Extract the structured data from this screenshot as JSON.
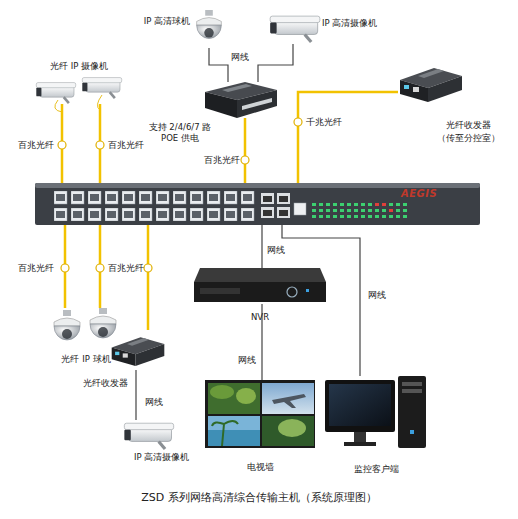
{
  "diagram": {
    "caption": "ZSD 系列网络高清综合传输主机（系统原理图）",
    "nodes": [
      {
        "text": [
          "IP 高清球机"
        ]
      },
      {
        "text": [
          "IP 高清摄像机"
        ]
      },
      {
        "text": [
          "光纤 IP 摄像机"
        ]
      },
      {
        "text": [
          "支持 2/4/6/7 路 POE 供电"
        ]
      },
      {
        "text": [
          "光纤收发器",
          "（传至分控室）"
        ]
      },
      {
        "text": [
          "AEGIS"
        ]
      },
      {
        "text": [
          "NVR"
        ]
      },
      {
        "text": [
          "光纤 IP 球机"
        ]
      },
      {
        "text": [
          "光纤收发器"
        ]
      },
      {
        "text": [
          "IP 高清摄像机"
        ]
      },
      {
        "text": [
          "电视墙"
        ]
      },
      {
        "text": [
          "监控客户端"
        ]
      }
    ],
    "edges": [
      {
        "from": 2,
        "to": 5,
        "label": "百兆光纤",
        "arrow": "none"
      },
      {
        "from": 2,
        "to": 5,
        "label": "百兆光纤",
        "arrow": "none"
      },
      {
        "from": 0,
        "to": 3,
        "label": "网线",
        "arrow": "none"
      },
      {
        "from": 1,
        "to": 3,
        "arrow": "none"
      },
      {
        "from": 3,
        "to": 5,
        "label": "百兆光纤",
        "arrow": "none"
      },
      {
        "from": 4,
        "to": 5,
        "label": "千兆光纤",
        "arrow": "none"
      },
      {
        "from": 5,
        "to": 7,
        "label": "百兆光纤",
        "arrow": "none"
      },
      {
        "from": 5,
        "to": 7,
        "label": "百兆光纤",
        "arrow": "none"
      },
      {
        "from": 5,
        "to": 8,
        "arrow": "none"
      },
      {
        "from": 8,
        "to": 9,
        "label": "网线",
        "arrow": "none"
      },
      {
        "from": 5,
        "to": 6,
        "label": "网线",
        "arrow": "none"
      },
      {
        "from": 6,
        "to": 10,
        "label": "网线",
        "arrow": "none"
      },
      {
        "from": 5,
        "to": 11,
        "label": "网线",
        "arrow": "none"
      }
    ]
  }
}
